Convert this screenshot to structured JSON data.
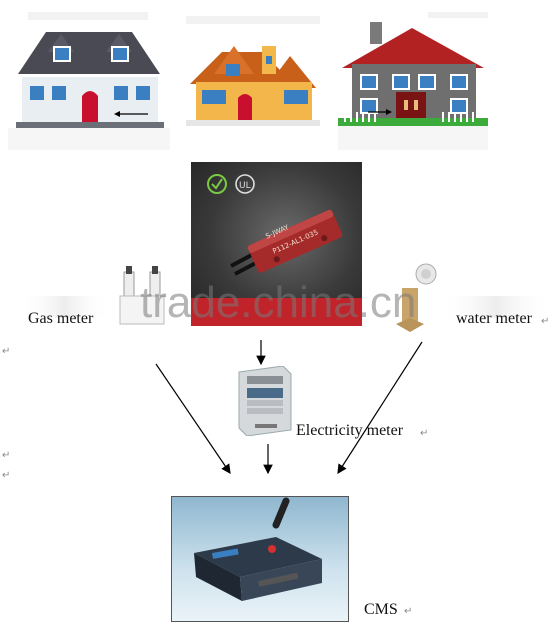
{
  "labels": {
    "gas_meter": "Gas meter",
    "water_meter": "water meter",
    "electricity_meter": "Electricity meter",
    "cms": "CMS"
  },
  "watermark": "trade.china.cn",
  "sensor": {
    "brand": "S-JWAY",
    "model": "P112-AL1-035"
  },
  "paragraph_mark": "↵"
}
